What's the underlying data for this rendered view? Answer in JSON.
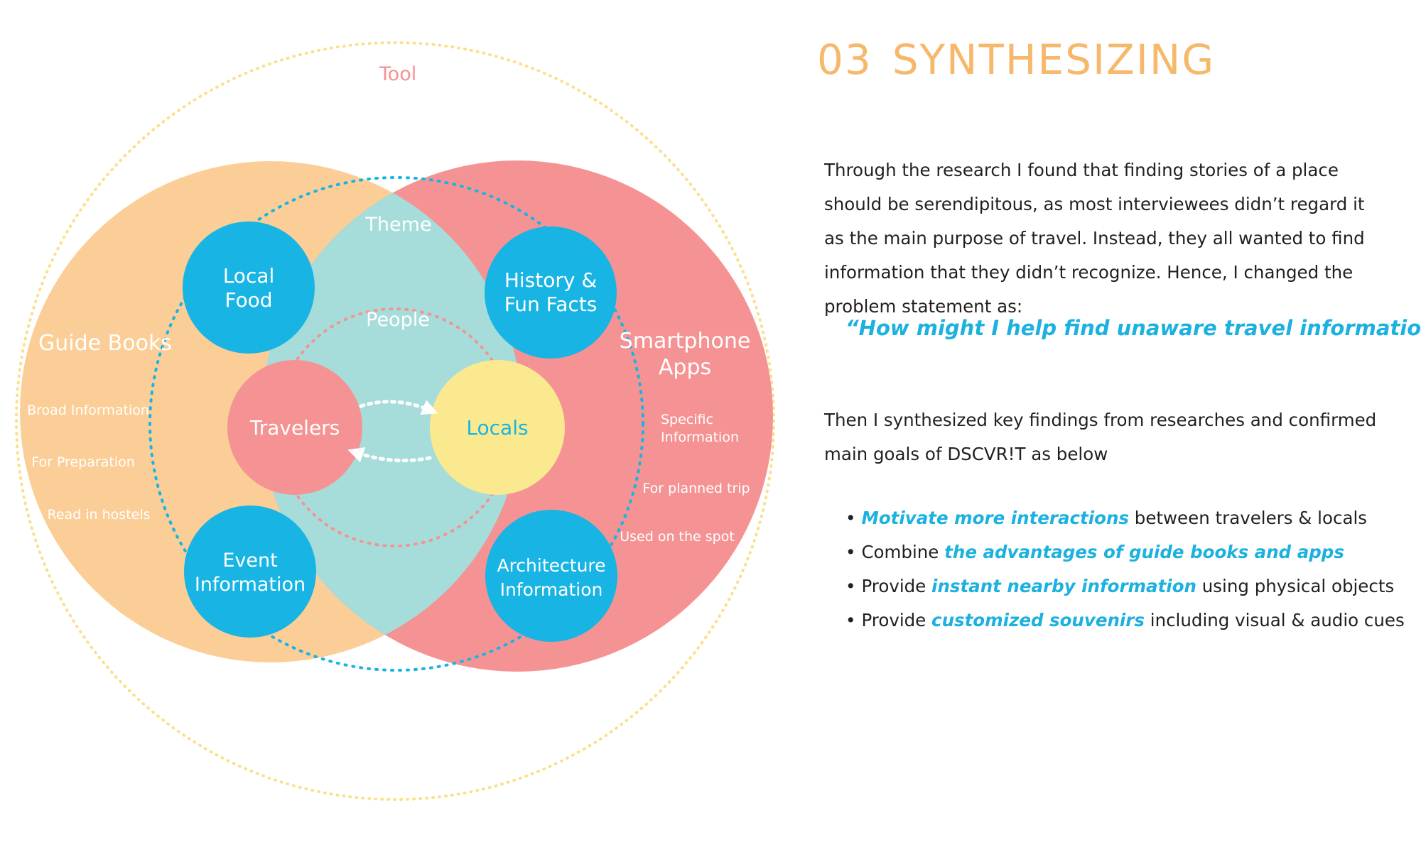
{
  "diagram": {
    "outer_label": "Tool",
    "guide_books": {
      "title": "Guide Books",
      "items": [
        "Broad Information",
        "For Preparation",
        "Read in hostels"
      ]
    },
    "smartphone_apps": {
      "title_line1": "Smartphone",
      "title_line2": "Apps",
      "items": [
        "Specific",
        "Information",
        "For planned trip",
        "Used on the spot"
      ]
    },
    "theme_label": "Theme",
    "people_label": "People",
    "travelers": "Travelers",
    "locals": "Locals",
    "local_food": [
      "Local",
      "Food"
    ],
    "history": [
      "History &",
      "Fun Facts"
    ],
    "event": [
      "Event",
      "Information"
    ],
    "architecture": [
      "Architecture",
      "Information"
    ],
    "colors": {
      "orange": "#fcce97",
      "salmon": "#f59394",
      "teal": "#a6ddda",
      "blue": "#17b4e4",
      "yellow": "#fae98f",
      "tool_ring": "#fbe08a"
    }
  },
  "panel": {
    "heading_number": "03",
    "heading_title": "SYNTHESIZING",
    "para1": "Through the research I found that finding stories of a place should be serendipitous, as most interviewees didn’t regard it as the main purpose of travel. Instead, they all wanted to find information that they didn’t recognize. Hence, I changed the problem statement as:",
    "quote": "“How might I help find unaware travel information?”",
    "para2": "Then I synthesized key findings from researches and confirmed main goals of DSCVR!T as below",
    "bullets": [
      {
        "pre": "",
        "hl": "Motivate more interactions",
        "post": " between travelers & locals"
      },
      {
        "pre": "Combine ",
        "hl": "the advantages of guide books and apps",
        "post": ""
      },
      {
        "pre": "Provide ",
        "hl": "instant nearby information",
        "post": " using physical objects"
      },
      {
        "pre": "Provide ",
        "hl": "customized souvenirs",
        "post": " including visual & audio cues"
      }
    ]
  }
}
